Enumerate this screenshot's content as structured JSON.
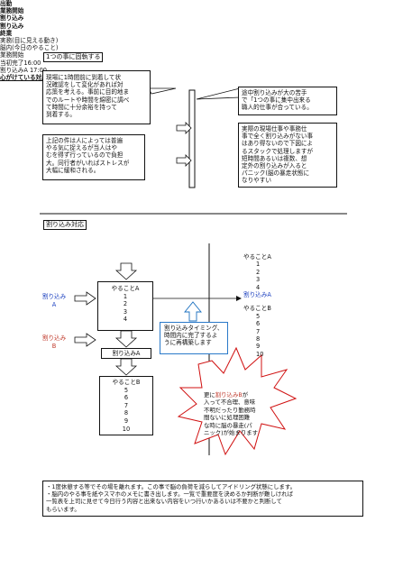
{
  "section1": {
    "header": "1つの事に固執する",
    "flow": {
      "start": "出勤",
      "begin": "業務開始",
      "interrupt1": "割り込み",
      "interrupt2": "割り込み",
      "end": "終業"
    },
    "note_top_left": [
      "現場に1時間前に到着して状",
      "況確認をして変化があれば対",
      "応策を考える。事前に目的地ま",
      "でのルートや時間を綿密に調べ",
      "て時間に十分余裕を持って",
      "到着する。"
    ],
    "note_bottom_left": [
      "上記の件は人によっては普遍",
      "やる気に捉えるが当人はや",
      "むを得ず行っているので負担",
      "大。同行者がいればストレスが",
      "大幅に緩和される。"
    ],
    "note_top_right": [
      "途中割り込みが大の苦手",
      "で「1つの事に集中出来る",
      "職人的仕事が合っている。"
    ],
    "note_bottom_right": [
      "実際の現場仕事や事務仕",
      "事で全く割り込みがない事",
      "はあり得ないので下図によ",
      "るスタックで処理しますが",
      "短時間あるいは複数、想",
      "定外の割り込みが入ると",
      "パニック(脳の暴走状態に",
      "なりやすい"
    ]
  },
  "section2": {
    "header": "割り込み対応",
    "left_title": "実務(目に見える動き)",
    "right_title": "脳内(今日のやること)",
    "begin": "業務開始",
    "interruptA": [
      "割り込み",
      "A"
    ],
    "interruptB": [
      "割り込み",
      "B"
    ],
    "stackA_title": "やることA",
    "stackA_items": [
      "1",
      "2",
      "3",
      "4"
    ],
    "boxA": "割り込みA",
    "stackB_title": "やることB",
    "stackB_items": [
      "5",
      "6",
      "7",
      "8",
      "9",
      "10"
    ],
    "timing_note": [
      "割り込みタイミング、",
      "時間内に完了するよ",
      "うに再構築します"
    ],
    "first_done": "当初完了16:00",
    "interruptA_time": "割り込みA 17:00",
    "brain_A_title": "やることA",
    "brain_A_items": [
      "1",
      "2",
      "3",
      "4"
    ],
    "brain_interruptA": "割り込みA",
    "brain_B_title": "やることB",
    "brain_B_items": [
      "5",
      "6",
      "7",
      "8",
      "9",
      "10"
    ],
    "burst_text": [
      "更に",
      "割り込みB",
      "が",
      "入って不合理、意味",
      "不明だったり勤務時",
      "間ないに処理困難",
      "な時に脳の暴走(パ",
      "ニック)が始まります"
    ]
  },
  "section3": {
    "header": "心がけている対応方法",
    "lines": [
      "・1度休憩する等でその場を離れます。この事で脳の負荷を減らしてアイドリング状態にします。",
      "・脳内のやる事を紙やスマホのメモに書き出します。一覧で重要度を決めるか判断が難しければ",
      "一覧表を上司に見せて今日行う内容と出来ない内容をいつ行いかあるいは不要かと判断して",
      "もらいます。"
    ]
  },
  "colors": {
    "blue": "#1a3fbf",
    "red": "#c0392b",
    "burst_red": "#d01010"
  }
}
